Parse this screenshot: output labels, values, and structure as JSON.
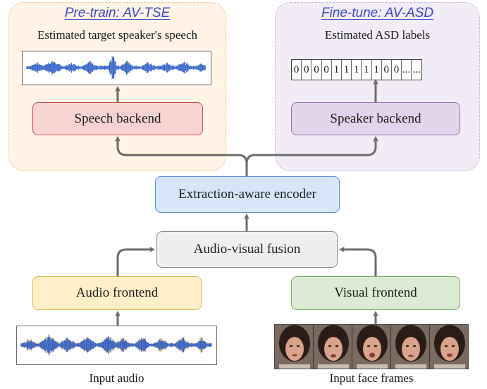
{
  "pretrain": {
    "title": "Pre-train: AV-TSE",
    "caption": "Estimated target speaker's speech"
  },
  "finetune": {
    "title": "Fine-tune: AV-ASD",
    "caption": "Estimated ASD labels",
    "labels": [
      "0",
      "0",
      "0",
      "0",
      "1",
      "1",
      "1",
      "1",
      "1",
      "0",
      "0",
      "...",
      "..."
    ]
  },
  "blocks": {
    "speech_backend": "Speech backend",
    "speaker_backend": "Speaker backend",
    "encoder": "Extraction-aware encoder",
    "fusion": "Audio-visual fusion",
    "audio_frontend": "Audio frontend",
    "visual_frontend": "Visual frontend"
  },
  "inputs": {
    "audio": "Input audio",
    "faces": "Input face frames"
  },
  "colors": {
    "pretrain_bg": "#fff4e6",
    "finetune_bg": "#f1ecf6",
    "speech_backend": "#f7d4d2",
    "speaker_backend": "#e2d4ea",
    "encoder": "#d6e6f8",
    "fusion": "#efefef",
    "audio_frontend": "#fff0c9",
    "visual_frontend": "#dcebd3",
    "waveform_blue": "#2f5fc7",
    "waveform_tan": "#d6b583",
    "arrow": "#6b6b6b"
  }
}
